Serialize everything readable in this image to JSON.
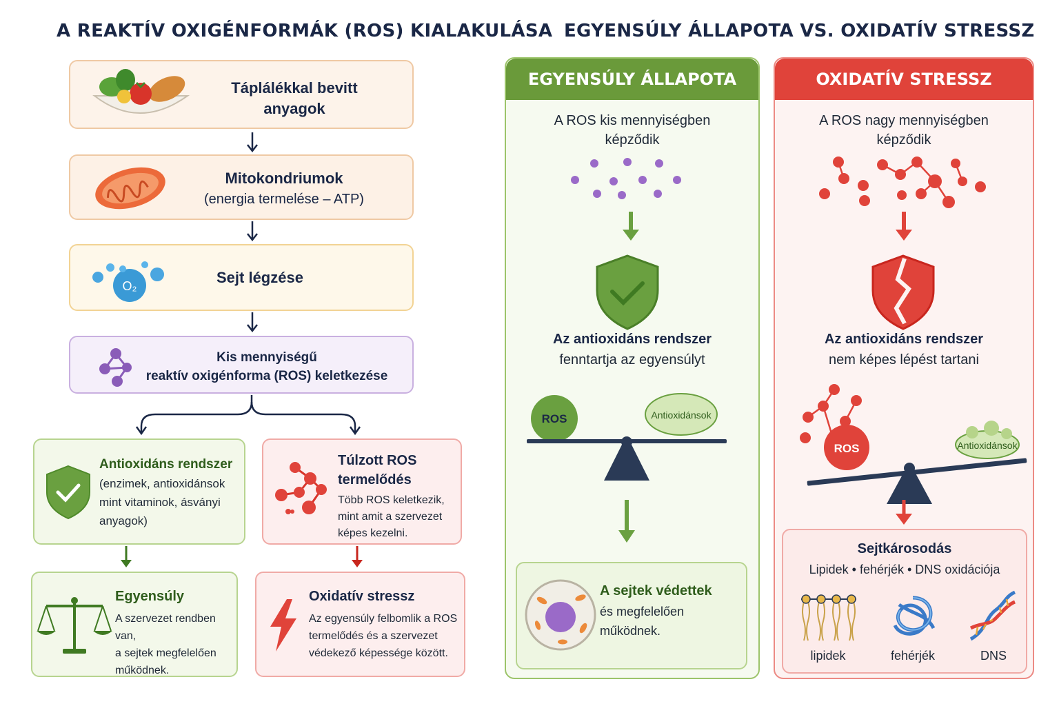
{
  "left": {
    "title": "A REAKTÍV OXIGÉNFORMÁK (ROS) KIALAKULÁSA",
    "step1": {
      "line1": "Táplálékkal bevitt",
      "line2": "anyagok",
      "icon": "food-bowl-icon"
    },
    "step2": {
      "title": "Mitokondriumok",
      "sub": "(energia termelése – ATP)",
      "icon": "mitochondrion-icon"
    },
    "step3": {
      "title": "Sejt légzése",
      "icon": "oxygen-molecule-icon",
      "o2": "O₂"
    },
    "step4": {
      "line1": "Kis mennyiségű",
      "line2": "reaktív oxigénforma (ROS) keletkezése",
      "icon": "molecule-icon"
    },
    "antiox": {
      "title": "Antioxidáns rendszer",
      "l1": "(enzimek, antioxidánsok",
      "l2": "mint vitaminok, ásványi",
      "l3": "anyagok)",
      "icon": "shield-check-icon"
    },
    "excess": {
      "t1": "Túlzott ROS",
      "t2": "termelődés",
      "l1": "Több ROS keletkezik,",
      "l2": "mint amit a szervezet",
      "l3": "képes kezelni.",
      "icon": "red-molecule-icon"
    },
    "balance": {
      "title": "Egyensúly",
      "l1": "A szervezet rendben van,",
      "l2": "a sejtek megfelelően",
      "l3": "működnek.",
      "icon": "scales-icon"
    },
    "stress": {
      "title": "Oxidatív stressz",
      "l1": "Az egyensúly felbomlik a ROS",
      "l2": "termelődés és a szervezet",
      "l3": "védekező képessége között.",
      "icon": "lightning-icon"
    }
  },
  "right": {
    "title": "EGYENSÚLY ÁLLAPOTA VS. OXIDATÍV STRESSZ",
    "eq": {
      "header": "EGYENSÚLY ÁLLAPOTA",
      "l1": "A ROS kis mennyiségben",
      "l2": "képződik",
      "bold": "Az antioxidáns rendszer",
      "normal": "fenntartja az egyensúlyt",
      "ros_label": "ROS",
      "antiox_label": "Antioxidánsok",
      "cell_title": "A sejtek védettek",
      "cell_l1": "és megfelelően",
      "cell_l2": "működnek."
    },
    "ox": {
      "header": "OXIDATÍV STRESSZ",
      "l1": "A ROS nagy mennyiségben",
      "l2": "képződik",
      "bold": "Az antioxidáns rendszer",
      "normal": "nem képes lépést tartani",
      "ros_label": "ROS",
      "antiox_label": "Antioxidánsok",
      "damage_title": "Sejtkárosodás",
      "damage_sub": "Lipidek • fehérjék • DNS oxidációja",
      "items": [
        "lipidek",
        "fehérjék",
        "DNS"
      ]
    }
  },
  "colors": {
    "green": "#6a9a3a",
    "red": "#e0433a",
    "navy": "#1a2746",
    "purple": "#8a5cb8"
  }
}
